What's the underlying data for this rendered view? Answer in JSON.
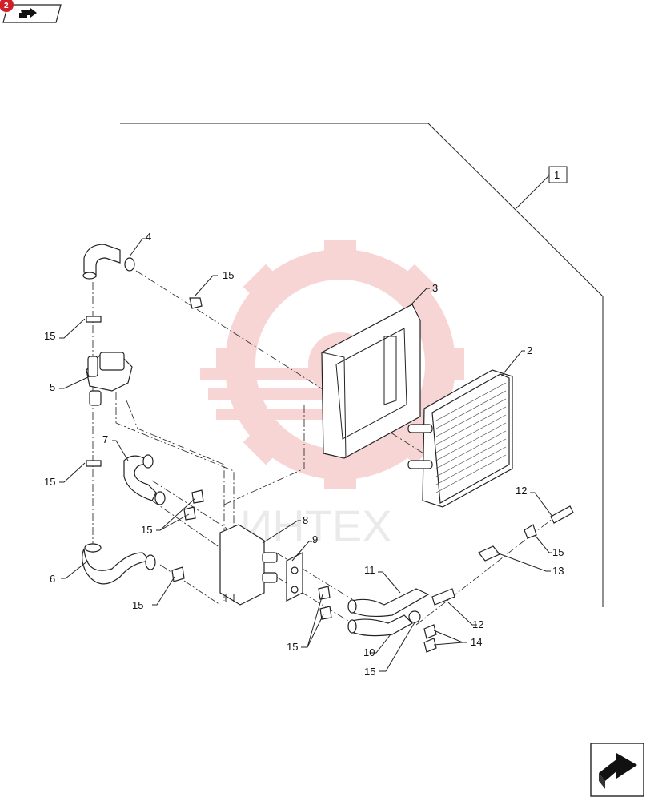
{
  "header": {
    "badge_number": "2",
    "view_icon": "forward-page-icon"
  },
  "watermark": {
    "text": "ИНТЕХ",
    "color": "#f0b8b8"
  },
  "diagram": {
    "assembly_reference": "1",
    "callouts": [
      {
        "id": "c-4",
        "text": "4"
      },
      {
        "id": "c-15a",
        "text": "15"
      },
      {
        "id": "c-3",
        "text": "3"
      },
      {
        "id": "c-2",
        "text": "2"
      },
      {
        "id": "c-15b",
        "text": "15"
      },
      {
        "id": "c-5",
        "text": "5"
      },
      {
        "id": "c-7",
        "text": "7"
      },
      {
        "id": "c-15c",
        "text": "15"
      },
      {
        "id": "c-15d",
        "text": "15"
      },
      {
        "id": "c-6",
        "text": "6"
      },
      {
        "id": "c-15e",
        "text": "15"
      },
      {
        "id": "c-8",
        "text": "8"
      },
      {
        "id": "c-9",
        "text": "9"
      },
      {
        "id": "c-12a",
        "text": "12"
      },
      {
        "id": "c-15f",
        "text": "15"
      },
      {
        "id": "c-13",
        "text": "13"
      },
      {
        "id": "c-11",
        "text": "11"
      },
      {
        "id": "c-12b",
        "text": "12"
      },
      {
        "id": "c-14",
        "text": "14"
      },
      {
        "id": "c-10",
        "text": "10"
      },
      {
        "id": "c-15g",
        "text": "15"
      },
      {
        "id": "c-15h",
        "text": "15"
      }
    ]
  },
  "footer": {
    "nav_icon": "next-page-arrow-icon"
  }
}
